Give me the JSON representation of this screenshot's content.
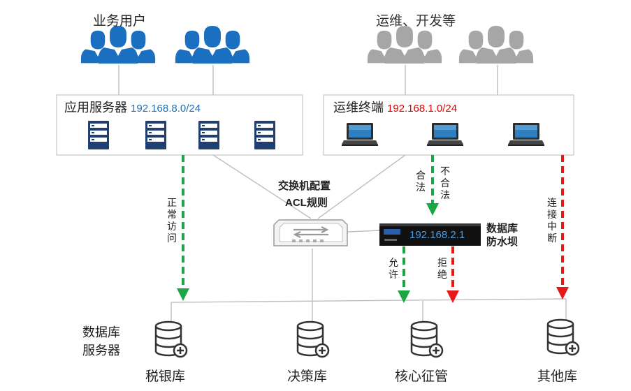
{
  "groups": {
    "business_users": "业务用户",
    "ops_dev": "运维、开发等"
  },
  "app_servers": {
    "label": "应用服务器",
    "ip": "192.168.8.0/24"
  },
  "ops_terminals": {
    "label": "运维终端",
    "ip": "192.168.1.0/24"
  },
  "switch": {
    "line1": "交换机配置",
    "line2": "ACL规则"
  },
  "firewall": {
    "ip": "192.168.2.1",
    "label_line1": "数据库",
    "label_line2": "防水坝"
  },
  "arrows": {
    "normal_access": "正常访问",
    "legal": "合法",
    "illegal": "不合法",
    "allow": "允许",
    "reject": "拒绝",
    "connection_broken": "连接中断"
  },
  "db_group_label": {
    "line1": "数据库",
    "line2": "服务器"
  },
  "databases": [
    "税银库",
    "决策库",
    "核心征管",
    "其他库"
  ],
  "colors": {
    "user_blue": "#1b6fc0",
    "user_gray": "#a6a6a6",
    "allow_green": "#1ba844",
    "deny_red": "#e41a1a",
    "ip_blue": "#1f6fb5",
    "ip_red": "#e30000"
  }
}
